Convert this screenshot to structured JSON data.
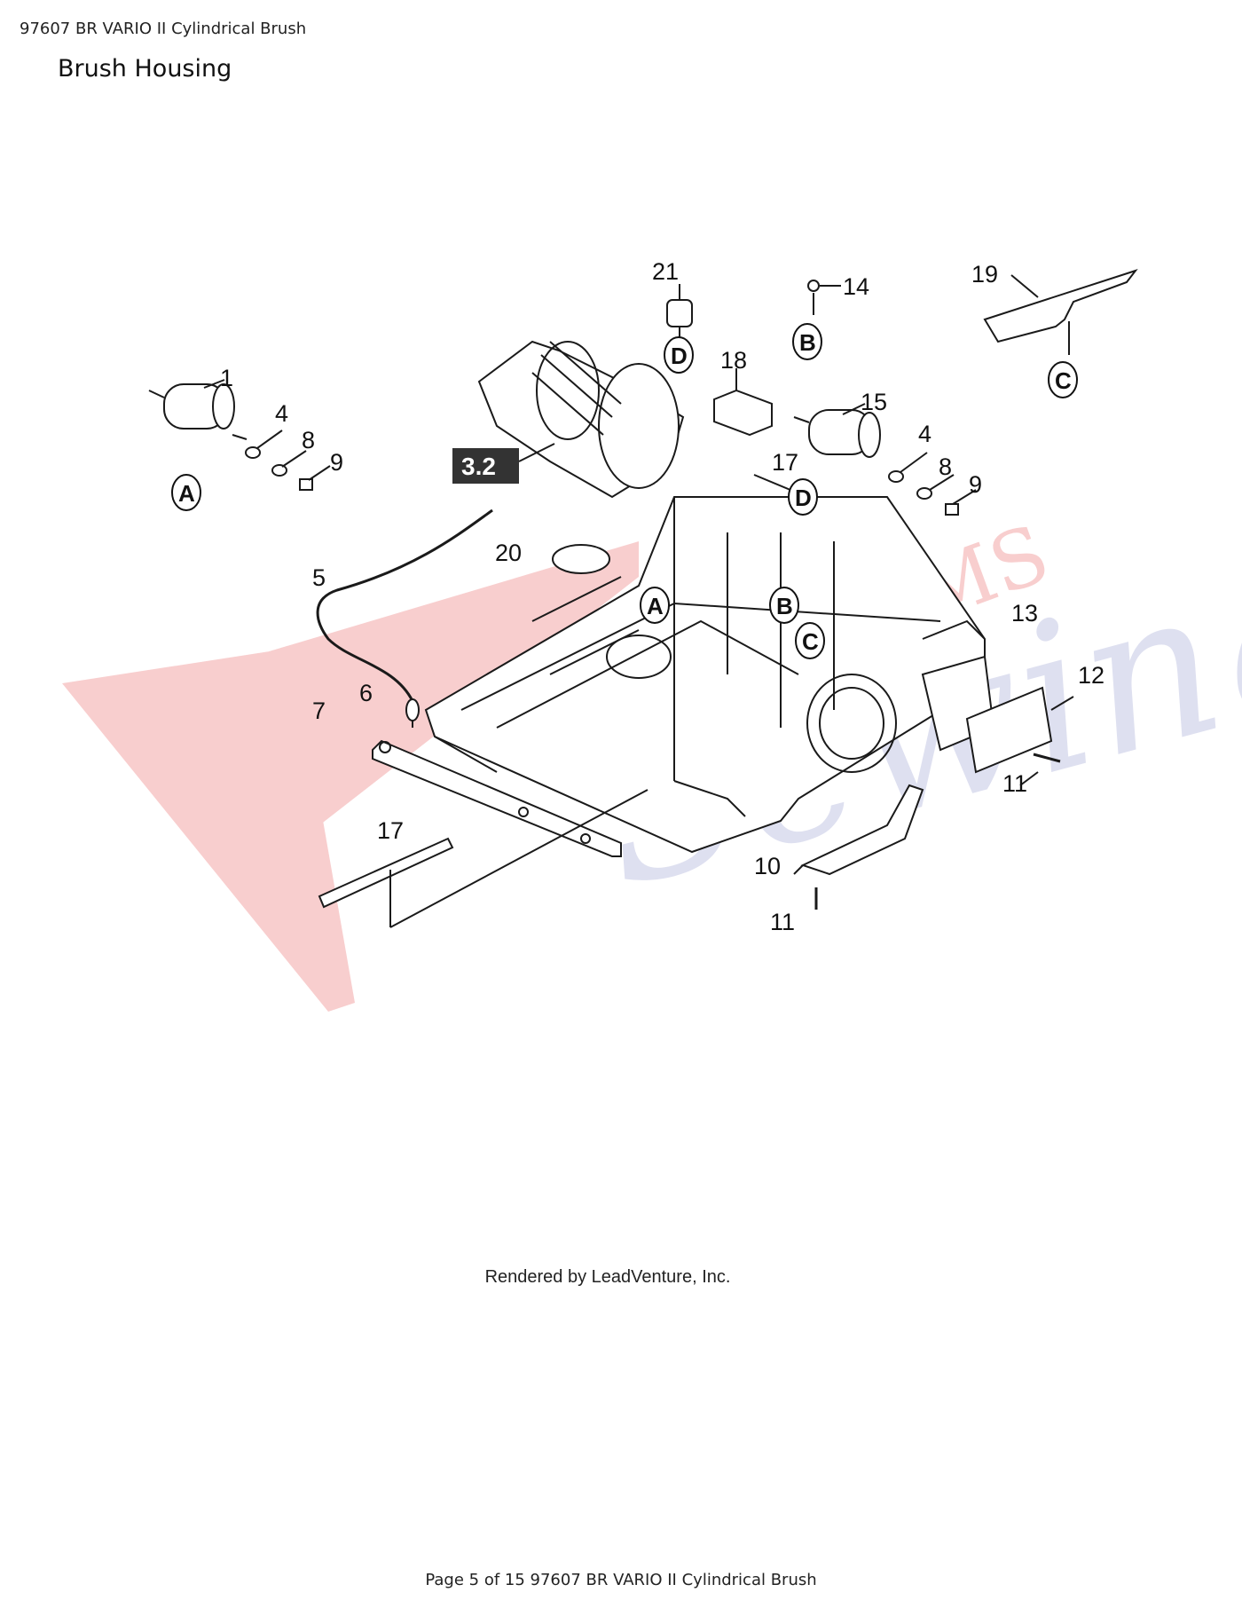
{
  "header": {
    "doc_title": "97607 BR VARIO II Cylindrical Brush"
  },
  "section": {
    "title": "Brush Housing"
  },
  "callouts": {
    "c1": "1",
    "c4a": "4",
    "c8a": "8",
    "c9a": "9",
    "c5": "5",
    "c6": "6",
    "c7": "7",
    "c17a": "17",
    "c17b": "17",
    "c20": "20",
    "c21": "21",
    "c18": "18",
    "c14": "14",
    "c19": "19",
    "c15": "15",
    "c4b": "4",
    "c8b": "8",
    "c9b": "9",
    "c13": "13",
    "c12": "12",
    "c11a": "11",
    "c11b": "11",
    "c10": "10"
  },
  "refs": {
    "A1": "A",
    "A2": "A",
    "B1": "B",
    "B2": "B",
    "C1": "C",
    "C2": "C",
    "D1": "D",
    "D2": "D",
    "box": "3.2"
  },
  "credit": "Rendered by LeadVenture, Inc.",
  "footer": "Page 5 of 15 97607 BR VARIO II Cylindrical Brush",
  "colors": {
    "line": "#1a1a1a",
    "watermark_red": "#f2a6a6",
    "watermark_blue": "#c3c6e3"
  }
}
